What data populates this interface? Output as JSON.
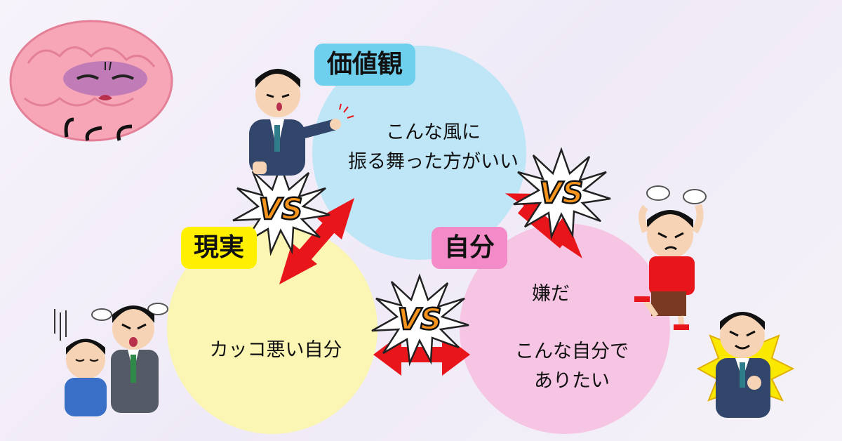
{
  "circles": {
    "values": {
      "label": "価値観",
      "text_line1": "こんな風に",
      "text_line2": "振る舞った方がいい"
    },
    "reality": {
      "label": "現実",
      "text": "カッコ悪い自分"
    },
    "self": {
      "label": "自分",
      "text_line1": "嫌だ",
      "text_line2": "こんな自分で",
      "text_line3": "ありたい"
    }
  },
  "vs_badges": {
    "top_left": "VS",
    "top_right": "VS",
    "bottom": "VS"
  },
  "icons": [
    "tired-brain-icon",
    "pointing-businessman-icon",
    "angry-boy-icon",
    "scolded-boy-icon",
    "scolding-boss-icon",
    "proud-businessman-icon"
  ],
  "colors": {
    "values_circle": "#bfe6f7",
    "values_label": "#6fd0ee",
    "reality_circle": "#fbf6b4",
    "reality_label": "#fff000",
    "self_circle": "#f7c5e4",
    "self_label": "#f28bc7",
    "arrow": "#e8151b",
    "vs_text": "#f7941d"
  }
}
